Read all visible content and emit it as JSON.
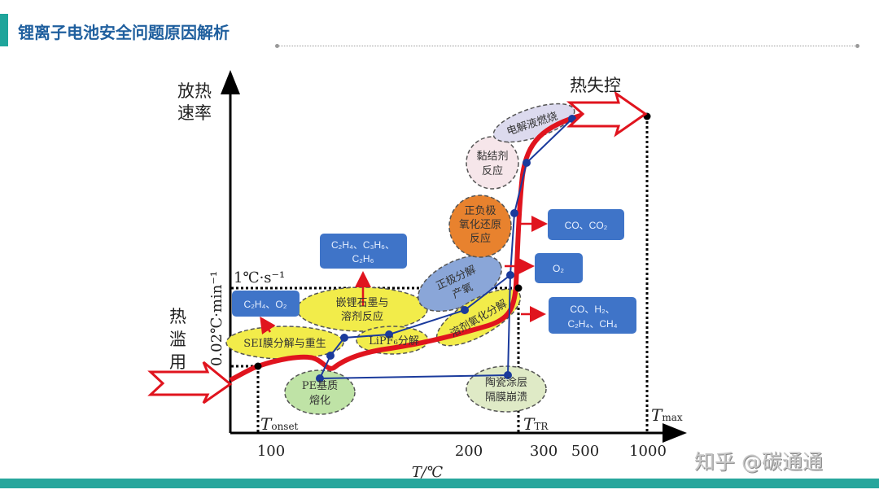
{
  "header": {
    "title": "锂离子电池安全问题原因解析"
  },
  "diagram": {
    "y_axis_label_line1": "放热",
    "y_axis_label_line2": "速率",
    "x_axis_label": "T/℃",
    "x_ticks": [
      "100",
      "200",
      "300",
      "500",
      "1000"
    ],
    "rate_label_high": "1℃·s⁻¹",
    "rate_label_low": "0.02℃·min⁻¹",
    "thermal_abuse": [
      "热",
      "滥",
      "用"
    ],
    "thermal_runaway": "热失控",
    "t_onset": {
      "main": "T",
      "sub": "onset"
    },
    "t_tr": {
      "main": "T",
      "sub": "TR"
    },
    "t_max": {
      "main": "T",
      "sub": "max"
    },
    "reactions": {
      "sei": "SEI膜分解与重生",
      "graphite_l1": "嵌锂石墨与",
      "graphite_l2": "溶剂反应",
      "lipf6": "LiPF₆分解",
      "solvent_ox": "溶剂氧化分解",
      "cathode_l1": "正极分解",
      "cathode_l2": "产氧",
      "redox_l1": "正负极",
      "redox_l2": "氧化还原",
      "redox_l3": "反应",
      "binder_l1": "黏结剂",
      "binder_l2": "反应",
      "electrolyte": "电解液燃烧",
      "pe_l1": "PE基质",
      "pe_l2": "熔化",
      "ceramic_l1": "陶瓷涂层",
      "ceramic_l2": "隔膜崩溃"
    },
    "gases": {
      "g1": "C₂H₄、O₂",
      "g2_l1": "C₂H₄、C₃H₆、",
      "g2_l2": "C₂H₆",
      "g3": "CO、CO₂",
      "g4": "O₂",
      "g5_l1": "CO、H₂、",
      "g5_l2": "C₂H₄、CH₄"
    },
    "colors": {
      "heat_curve": "#e0141e",
      "path_line": "#1a3a9c",
      "gas_box": "#3f74c8",
      "yellow": "#f2ec4a",
      "orange": "#e8822e",
      "teal": "#27a69c"
    }
  },
  "watermark": "知乎 @碳通通"
}
